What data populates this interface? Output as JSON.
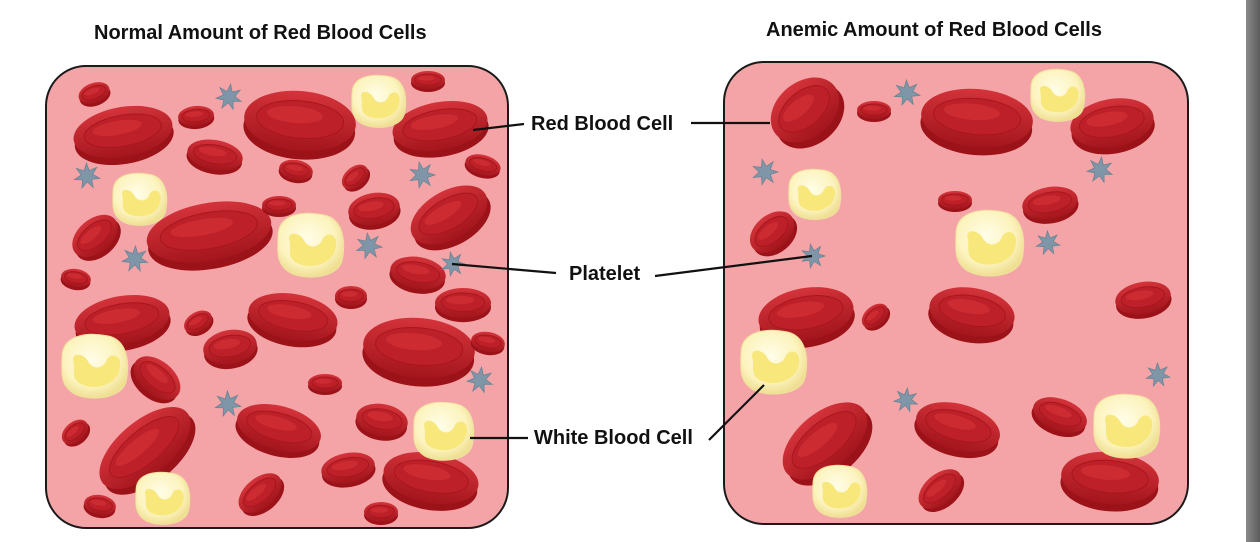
{
  "titles": {
    "normal": "Normal Amount of Red Blood Cells",
    "anemic": "Anemic Amount of Red Blood Cells"
  },
  "labels": {
    "red_blood_cell": "Red Blood Cell",
    "platelet": "Platelet",
    "white_blood_cell": "White Blood Cell"
  },
  "colors": {
    "plasma": "#f4a4a6",
    "panel_border": "#1a1a1a",
    "rbc_dark": "#b81e24",
    "rbc_light": "#d8353a",
    "wbc_outer": "#fdf6c4",
    "wbc_nucleus": "#f8e77a",
    "platelet": "#7f96a8"
  }
}
